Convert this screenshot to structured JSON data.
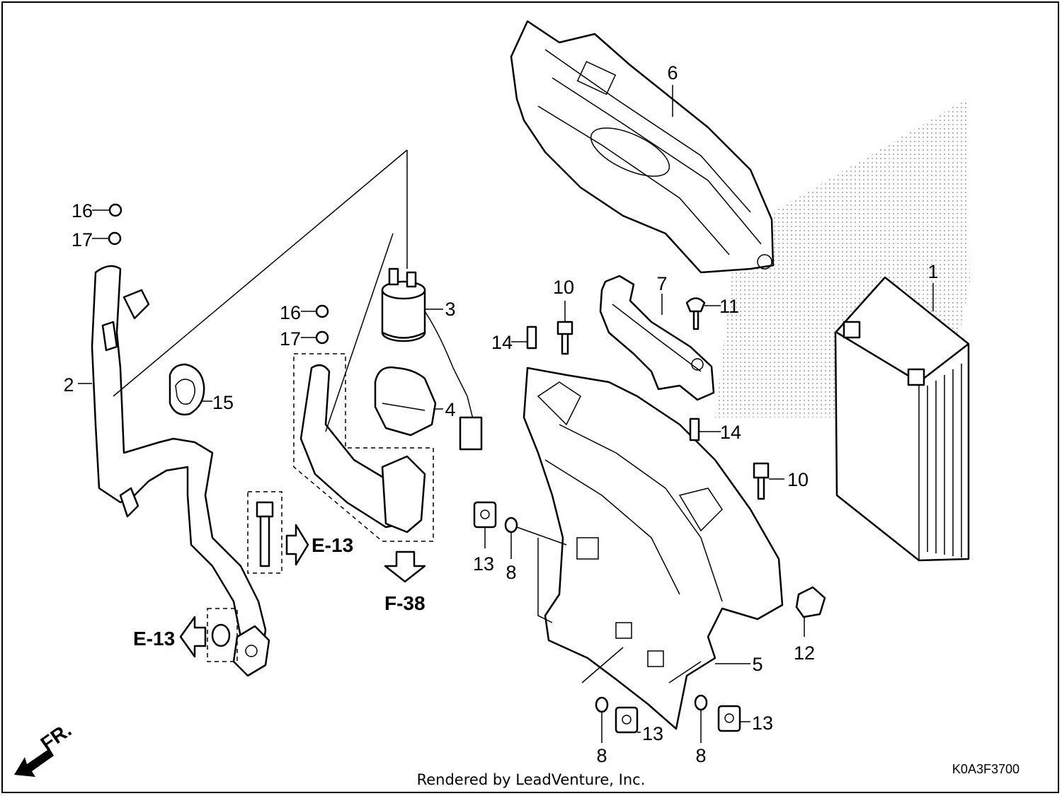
{
  "callouts": [
    "1",
    "2",
    "3",
    "4",
    "5",
    "6",
    "7",
    "8",
    "8",
    "8",
    "10",
    "10",
    "11",
    "12",
    "13",
    "13",
    "13",
    "14",
    "14",
    "15",
    "16",
    "16",
    "17",
    "17"
  ],
  "references": [
    "E-13",
    "E-13",
    "F-38"
  ],
  "direction_label": "FR.",
  "diagram_code": "K0A3F3700",
  "credit": "Rendered by LeadVenture, Inc."
}
